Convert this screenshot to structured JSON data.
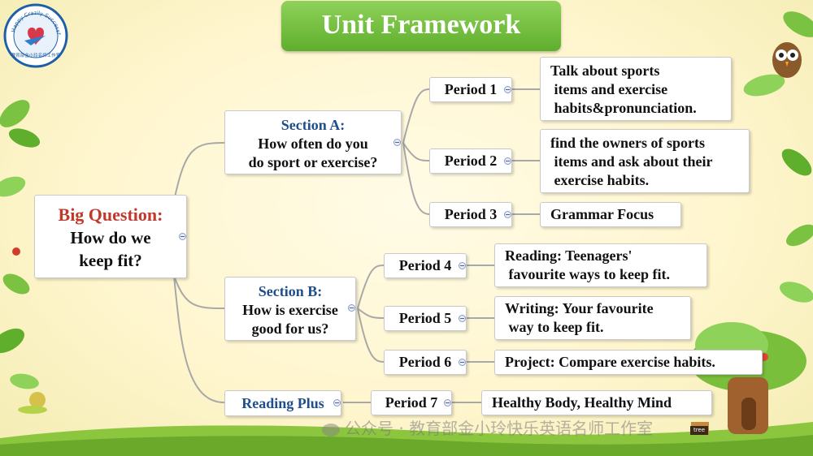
{
  "title": "Unit Framework",
  "logo": {
    "ring_text": "Happy Crazily Successfully",
    "bottom_text": "教育部金小玲名师工作室"
  },
  "root": {
    "heading": "Big Question:",
    "lines": [
      "How do we",
      "keep fit?"
    ]
  },
  "branches": [
    {
      "heading": "Section A:",
      "lines": [
        "How often do you",
        "do sport or exercise?"
      ],
      "periods": [
        {
          "label": "Period 1",
          "detail": [
            "Talk about sports",
            " items and exercise",
            " habits&pronunciation."
          ]
        },
        {
          "label": "Period 2",
          "detail": [
            "find the owners of sports",
            " items and ask about their",
            " exercise habits."
          ]
        },
        {
          "label": "Period 3",
          "detail": [
            "Grammar Focus"
          ]
        }
      ]
    },
    {
      "heading": "Section B:",
      "lines": [
        "How is exercise",
        "good for us?"
      ],
      "periods": [
        {
          "label": "Period 4",
          "detail": [
            "Reading: Teenagers'",
            " favourite ways to keep fit."
          ]
        },
        {
          "label": "Period 5",
          "detail": [
            "Writing: Your favourite",
            " way to keep fit."
          ]
        },
        {
          "label": "Period 6",
          "detail": [
            "Project: Compare exercise habits."
          ]
        }
      ]
    },
    {
      "heading": "Reading Plus",
      "lines": [],
      "periods": [
        {
          "label": "Period 7",
          "detail": [
            "Healthy Body, Healthy Mind"
          ]
        }
      ]
    }
  ],
  "watermark": "公众号 · 教育部金小玲快乐英语名师工作室",
  "sign_text": "tree",
  "colors": {
    "root_heading": "#c0392b",
    "section_heading": "#1f4e8c",
    "banner": "#6dbb38",
    "connector": "#a8a8a8"
  }
}
